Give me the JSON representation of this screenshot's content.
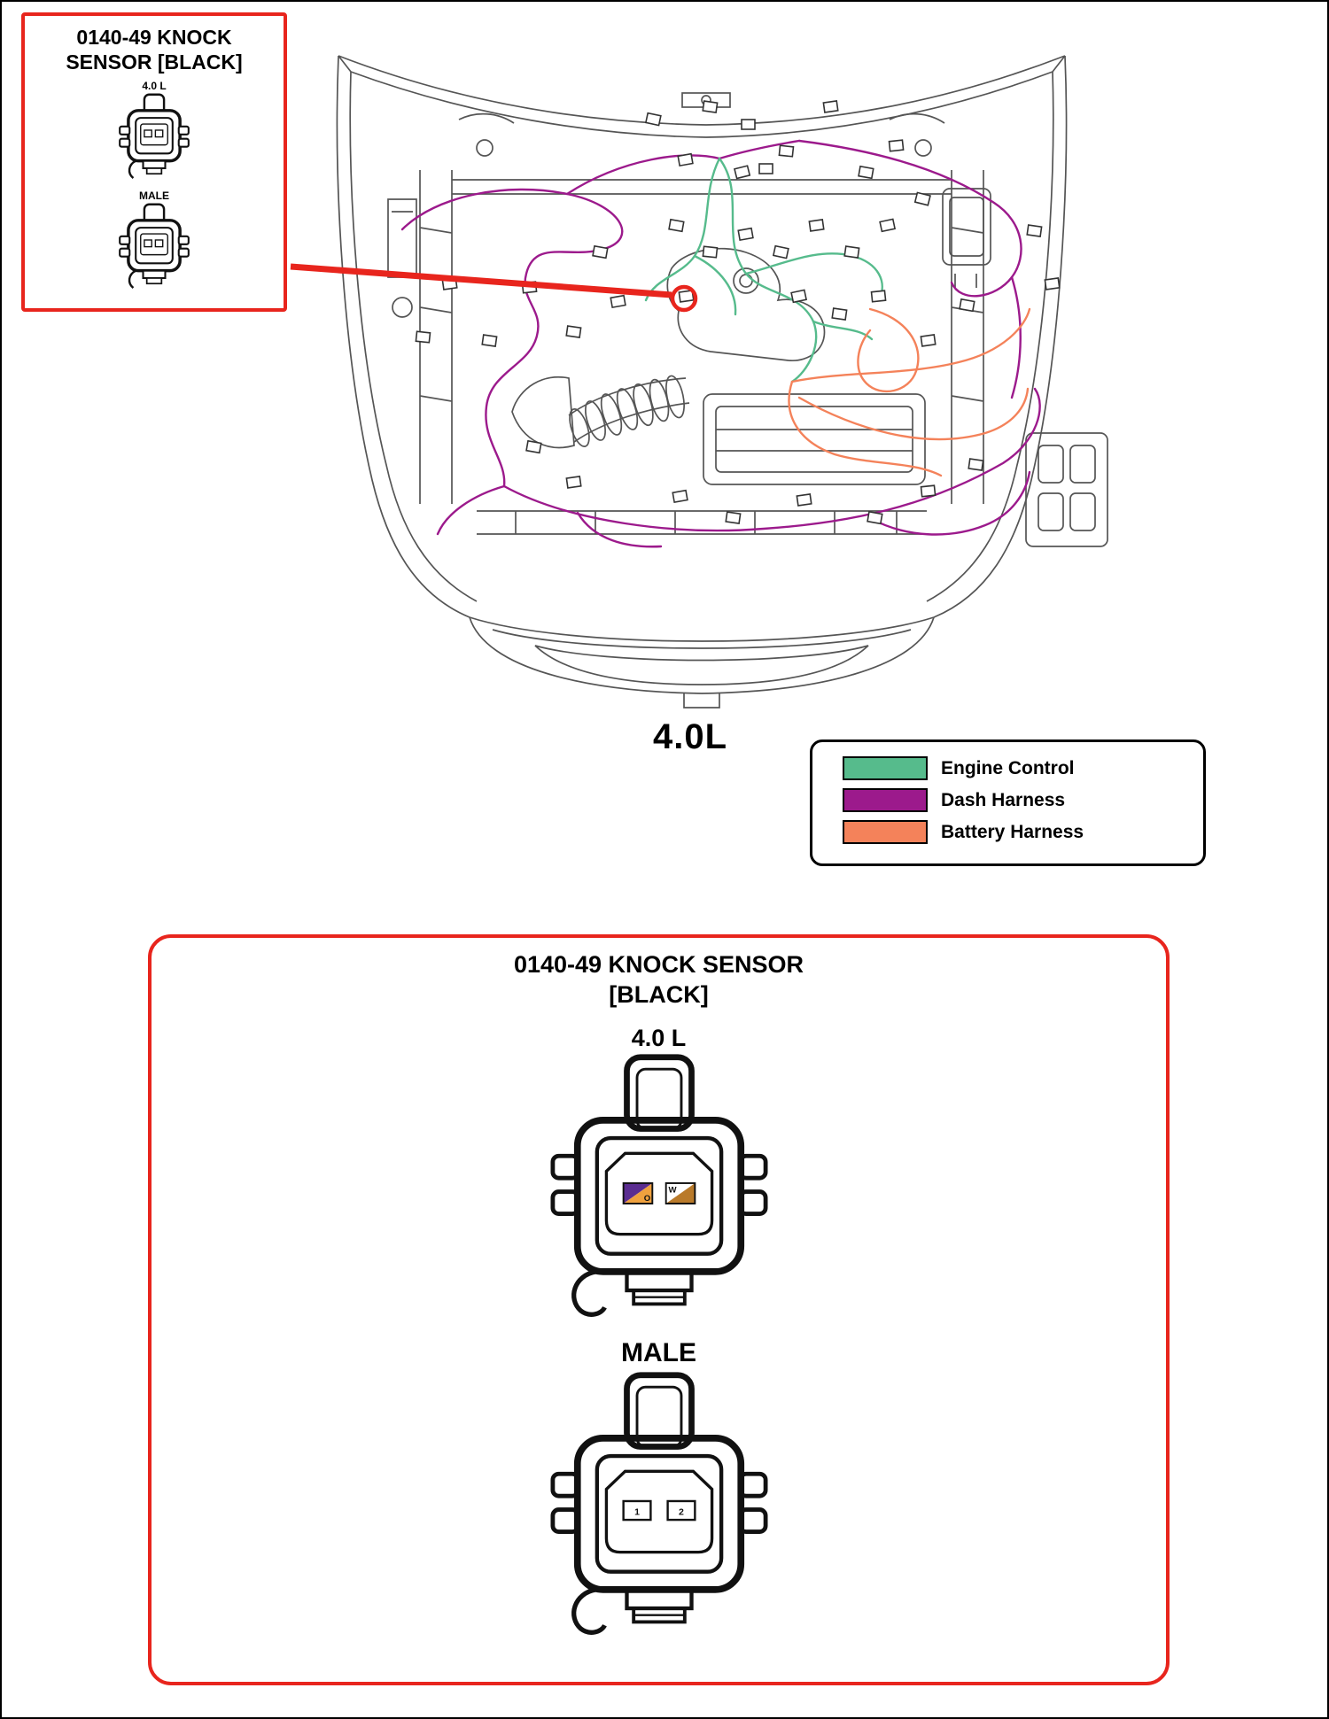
{
  "colors": {
    "accent_red": "#e8251d",
    "engine_control": "#56bb8c",
    "dash_harness": "#9c1a8c",
    "battery_harness": "#f4825a"
  },
  "callout": {
    "title_line1": "0140-49 KNOCK",
    "title_line2": "SENSOR [BLACK]",
    "connector_top_label": "4.0 L",
    "connector_bottom_label": "MALE"
  },
  "engine_diagram": {
    "engine_label": "4.0L"
  },
  "legend": {
    "items": [
      {
        "label": "Engine Control",
        "color": "#56bb8c"
      },
      {
        "label": "Dash Harness",
        "color": "#9c1a8c"
      },
      {
        "label": "Battery Harness",
        "color": "#f4825a"
      }
    ]
  },
  "detail_panel": {
    "title_line1": "0140-49 KNOCK SENSOR",
    "title_line2": "[BLACK]",
    "size_label": "4.0 L",
    "gender_label": "MALE",
    "male_connector": {
      "pin_chips": [
        {
          "label": "O",
          "color_top": "#5b2d91",
          "color_bottom": "#f0a13e"
        },
        {
          "label": "W",
          "color_top": "#ffffff",
          "color_bottom": "#b97a2a"
        }
      ]
    },
    "female_view": {
      "pins": [
        "1",
        "2"
      ]
    }
  }
}
